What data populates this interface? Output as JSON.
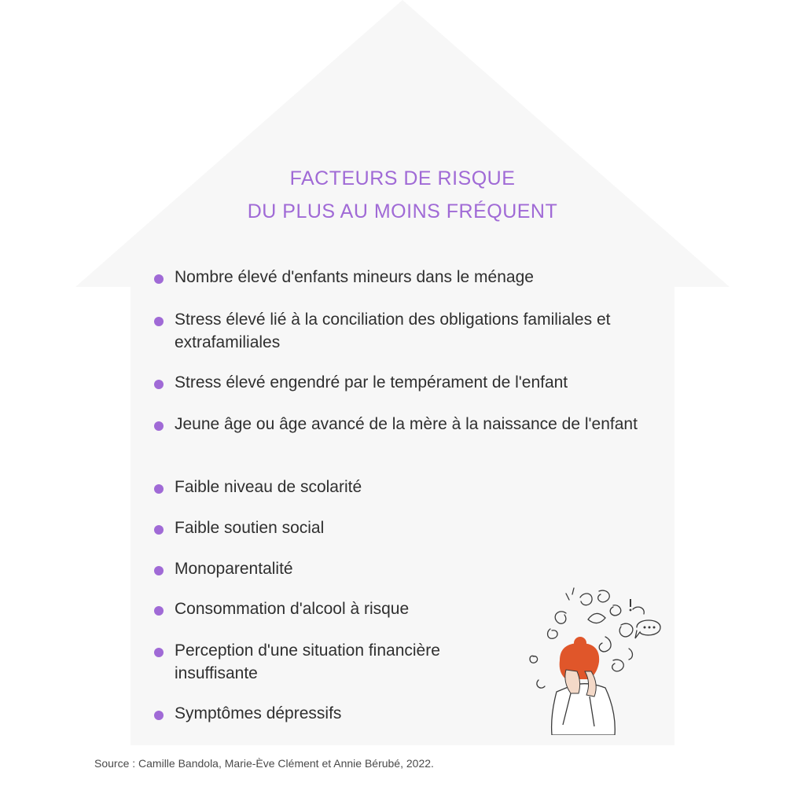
{
  "title": {
    "line1": "FACTEURS DE RISQUE",
    "line2": "DU PLUS AU MOINS FRÉQUENT"
  },
  "risk_factors": [
    "Nombre élevé d'enfants mineurs dans le ménage",
    "Stress élevé lié à la conciliation des obligations familiales et extrafamiliales",
    "Stress élevé engendré par le tempérament de l'enfant",
    "Jeune âge ou âge avancé de la mère à la naissance de l'enfant",
    "Faible niveau de scolarité",
    "Faible soutien social",
    "Monoparentalité",
    "Consommation d'alcool à risque",
    "Perception d'une situation financière insuffisante",
    "Symptômes dépressifs"
  ],
  "source": "Source : Camille Bandola, Marie-Ève Clément et Annie Bérubé, 2022.",
  "colors": {
    "accent": "#a06ad6",
    "house": "#f7f7f7",
    "text": "#2f2f2f",
    "hair": "#e0562a"
  },
  "illustration_icon": "stressed-woman-illustration"
}
